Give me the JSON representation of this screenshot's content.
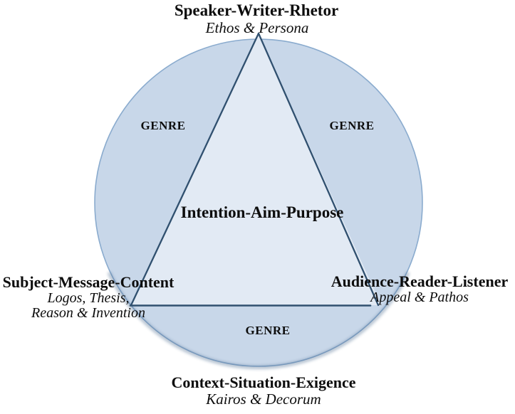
{
  "colors": {
    "circle_fill": "#c8d7e9",
    "circle_stroke": "#8aabce",
    "triangle_fill": "#e2eaf4",
    "line_stroke": "#30506f",
    "shadow_stroke": "#46688c",
    "text": "#0d0d0d"
  },
  "top": {
    "label": "Speaker-Writer-Rhetor",
    "sublabel": "Ethos & Persona"
  },
  "left": {
    "label": "Subject-Message-Content",
    "sublabel_line1": "Logos, Thesis,",
    "sublabel_line2": "Reason & Invention"
  },
  "right": {
    "label": "Audience-Reader-Listener",
    "sublabel": "Appeal & Pathos"
  },
  "bottom": {
    "label": "Context-Situation-Exigence",
    "sublabel": "Kairos & Decorum"
  },
  "center": {
    "label": "Intention-Aim-Purpose"
  },
  "genre_labels": {
    "upper_left": "GENRE",
    "upper_right": "GENRE",
    "lower": "GENRE"
  }
}
